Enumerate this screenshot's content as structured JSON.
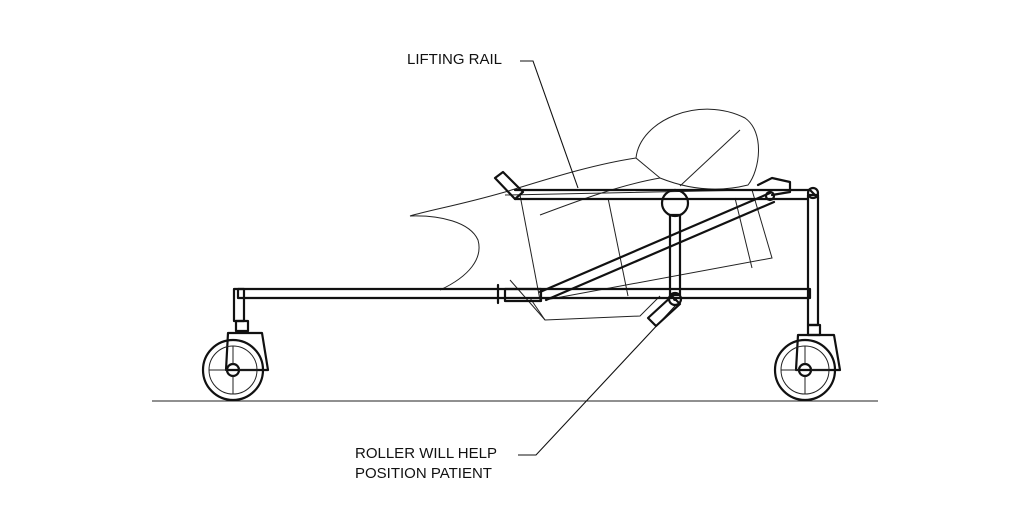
{
  "labels": {
    "lifting_rail": "LIFTING RAIL",
    "roller_line1": "ROLLER WILL HELP",
    "roller_line2": "POSITION PATIENT"
  },
  "colors": {
    "ink": "#111111",
    "background": "#ffffff"
  }
}
